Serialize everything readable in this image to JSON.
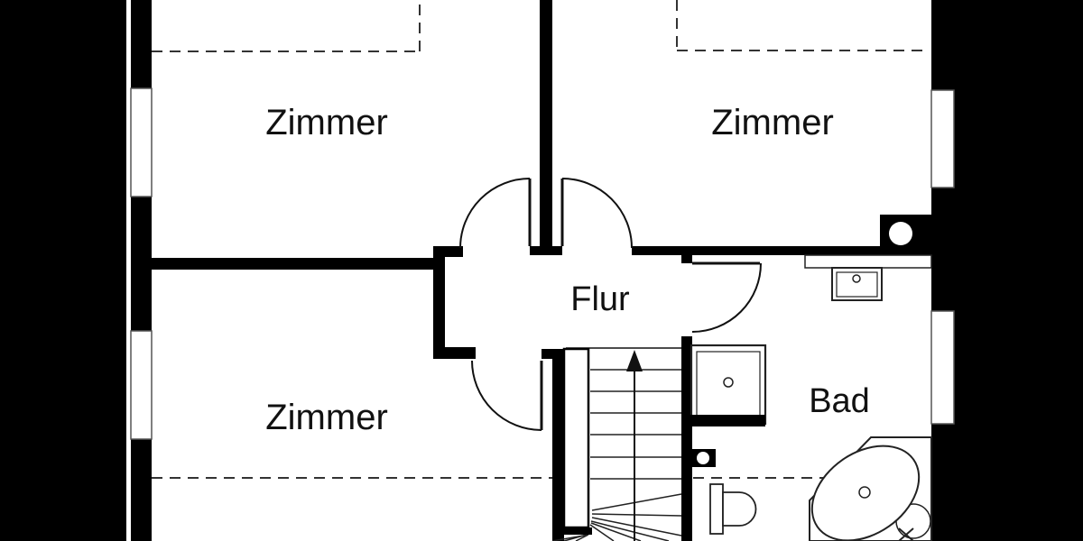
{
  "plan": {
    "title": "Obergeschoss Grundriss (floor plan, cropped)",
    "rooms": [
      {
        "id": "zimmer-top-left",
        "label": "Zimmer"
      },
      {
        "id": "zimmer-top-right",
        "label": "Zimmer"
      },
      {
        "id": "zimmer-bottom-left",
        "label": "Zimmer"
      },
      {
        "id": "flur",
        "label": "Flur"
      },
      {
        "id": "bad",
        "label": "Bad"
      }
    ],
    "symbols": [
      "window",
      "door-swing-arc",
      "staircase",
      "stair-direction-arrow-up",
      "railing",
      "chimney",
      "service-duct",
      "counter",
      "washbasin",
      "shower-tray",
      "toilet",
      "corner-bathtub",
      "faucet-cross",
      "roof-slope-dashed-line"
    ],
    "stairs": {
      "direction": "up"
    },
    "colors": {
      "wall": "#000000",
      "paper": "#ffffff",
      "line": "#1a1a1a",
      "dashed_line": "#333333",
      "background": "#000000"
    }
  }
}
